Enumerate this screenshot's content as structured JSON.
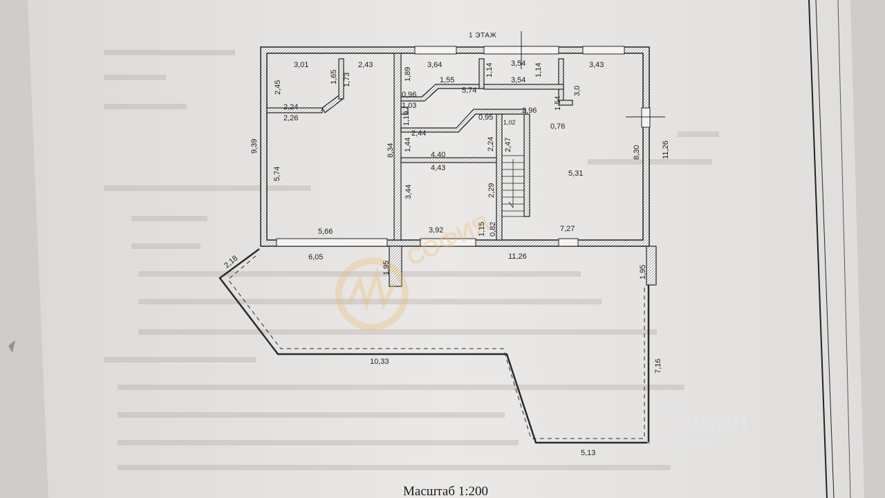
{
  "plan": {
    "floor_title": "1 ЭТАЖ",
    "scale_label": "Масштаб 1:200"
  },
  "dimensions": {
    "d_301": "3,01",
    "d_243": "2,43",
    "d_364": "3,64",
    "d_354_top": "3,54",
    "d_343": "3,43",
    "d_245": "2,45",
    "d_165": "1,65",
    "d_173": "1,73",
    "d_189": "1,89",
    "d_114_a": "1,14",
    "d_114_b": "1,14",
    "d_155": "1,55",
    "d_354_mid": "3,54",
    "d_574_h": "5,74",
    "d_096": "0,96",
    "d_30": "3,0",
    "d_103": "1,03",
    "d_154": "1,54",
    "d_224_left": "2,24",
    "d_226": "2,26",
    "d_119": "1,19",
    "d_095": "0,95",
    "d_296": "2,96",
    "d_076": "0,76",
    "d_102": "1,02",
    "d_244": "2,44",
    "d_939": "9,39",
    "d_834": "8,34",
    "d_144": "1,44",
    "d_224_mid": "2,24",
    "d_247": "2,47",
    "d_830": "8,30",
    "d_1126_v": "11,26",
    "d_440": "4,40",
    "d_443": "4,43",
    "d_574_v": "5,74",
    "d_531": "5,31",
    "d_344": "3,44",
    "d_229": "2,29",
    "d_566": "5,66",
    "d_392": "3,92",
    "d_115": "1,15",
    "d_082": "0,82",
    "d_727": "7,27",
    "d_218": "2,18",
    "d_605": "6,05",
    "d_1126_h": "11,26",
    "d_195_left": "1,95",
    "d_195_right": "1,95",
    "d_1033": "10,33",
    "d_716": "7,16",
    "d_513": "5,13"
  },
  "watermarks": {
    "brand_left": "СОФИЯ",
    "brand_right": "циан",
    "listing_id": "ID 320835231"
  }
}
